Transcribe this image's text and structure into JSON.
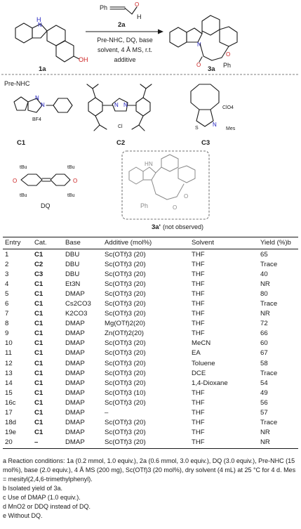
{
  "scheme": {
    "reagent": "2a",
    "conditions": [
      "Pre-NHC, DQ, base",
      "solvent, 4 Å MS, r.t.",
      "additive"
    ],
    "compound_1": "1a",
    "compound_3": "3a",
    "ph_label": "Ph",
    "cho_label": "H",
    "oh_label": "OH",
    "pre_nhc_label": "Pre-NHC",
    "c1": "C1",
    "c2": "C2",
    "c3": "C3",
    "dq_label": "DQ",
    "tbu_label": "tBu",
    "side_product": "3a'",
    "side_product_note": "(not observed)",
    "bf4_label": "BF4",
    "cl_label": "Cl",
    "clo4_label": "ClO4",
    "mes_label": "Mes"
  },
  "table": {
    "headers": [
      "Entry",
      "Cat.",
      "Base",
      "Additive (mol%)",
      "Solvent",
      "Yield (%)b"
    ],
    "rows": [
      {
        "entry": "1",
        "cat": "C1",
        "base": "DBU",
        "additive": "Sc(OTf)3 (20)",
        "solvent": "THF",
        "yield": "65"
      },
      {
        "entry": "2",
        "cat": "C2",
        "base": "DBU",
        "additive": "Sc(OTf)3 (20)",
        "solvent": "THF",
        "yield": "Trace"
      },
      {
        "entry": "3",
        "cat": "C3",
        "base": "DBU",
        "additive": "Sc(OTf)3 (20)",
        "solvent": "THF",
        "yield": "40"
      },
      {
        "entry": "4",
        "cat": "C1",
        "base": "Et3N",
        "additive": "Sc(OTf)3 (20)",
        "solvent": "THF",
        "yield": "NR"
      },
      {
        "entry": "5",
        "cat": "C1",
        "base": "DMAP",
        "additive": "Sc(OTf)3 (20)",
        "solvent": "THF",
        "yield": "80"
      },
      {
        "entry": "6",
        "cat": "C1",
        "base": "Cs2CO3",
        "additive": "Sc(OTf)3 (20)",
        "solvent": "THF",
        "yield": "Trace"
      },
      {
        "entry": "7",
        "cat": "C1",
        "base": "K2CO3",
        "additive": "Sc(OTf)3 (20)",
        "solvent": "THF",
        "yield": "NR"
      },
      {
        "entry": "8",
        "cat": "C1",
        "base": "DMAP",
        "additive": "Mg(OTf)2(20)",
        "solvent": "THF",
        "yield": "72"
      },
      {
        "entry": "9",
        "cat": "C1",
        "base": "DMAP",
        "additive": "Zn(OTf)2(20)",
        "solvent": "THF",
        "yield": "66"
      },
      {
        "entry": "10",
        "cat": "C1",
        "base": "DMAP",
        "additive": "Sc(OTf)3 (20)",
        "solvent": "MeCN",
        "yield": "60"
      },
      {
        "entry": "11",
        "cat": "C1",
        "base": "DMAP",
        "additive": "Sc(OTf)3 (20)",
        "solvent": "EA",
        "yield": "67"
      },
      {
        "entry": "12",
        "cat": "C1",
        "base": "DMAP",
        "additive": "Sc(OTf)3 (20)",
        "solvent": "Toluene",
        "yield": "58"
      },
      {
        "entry": "13",
        "cat": "C1",
        "base": "DMAP",
        "additive": "Sc(OTf)3 (20)",
        "solvent": "DCE",
        "yield": "Trace"
      },
      {
        "entry": "14",
        "cat": "C1",
        "base": "DMAP",
        "additive": "Sc(OTf)3 (20)",
        "solvent": "1,4-Dioxane",
        "yield": "54"
      },
      {
        "entry": "15",
        "cat": "C1",
        "base": "DMAP",
        "additive": "Sc(OTf)3 (10)",
        "solvent": "THF",
        "yield": "49"
      },
      {
        "entry": "16c",
        "cat": "C1",
        "base": "DMAP",
        "additive": "Sc(OTf)3 (20)",
        "solvent": "THF",
        "yield": "56"
      },
      {
        "entry": "17",
        "cat": "C1",
        "base": "DMAP",
        "additive": "–",
        "solvent": "THF",
        "yield": "57"
      },
      {
        "entry": "18d",
        "cat": "C1",
        "base": "DMAP",
        "additive": "Sc(OTf)3 (20)",
        "solvent": "THF",
        "yield": "Trace"
      },
      {
        "entry": "19e",
        "cat": "C1",
        "base": "DMAP",
        "additive": "Sc(OTf)3 (20)",
        "solvent": "THF",
        "yield": "NR"
      },
      {
        "entry": "20",
        "cat": "–",
        "base": "DMAP",
        "additive": "Sc(OTf)3 (20)",
        "solvent": "THF",
        "yield": "NR"
      }
    ]
  },
  "footnotes": {
    "a": "a Reaction conditions: 1a (0.2 mmol, 1.0 equiv.), 2a (0.6 mmol, 3.0 equiv.), DQ (3.0 equiv.), Pre-NHC (15 mol%), base (2.0 equiv.), 4 Å MS (200 mg), Sc(OTf)3 (20 mol%), dry solvent (4 mL) at 25 °C for 4 d. Mes = mesityl(2,4,6-trimethylphenyl).",
    "b": "b Isolated yield of 3a.",
    "c": "c Use of DMAP (1.0 equiv.).",
    "d": "d MnO2 or DDQ instead of DQ.",
    "e": "e Without DQ."
  }
}
